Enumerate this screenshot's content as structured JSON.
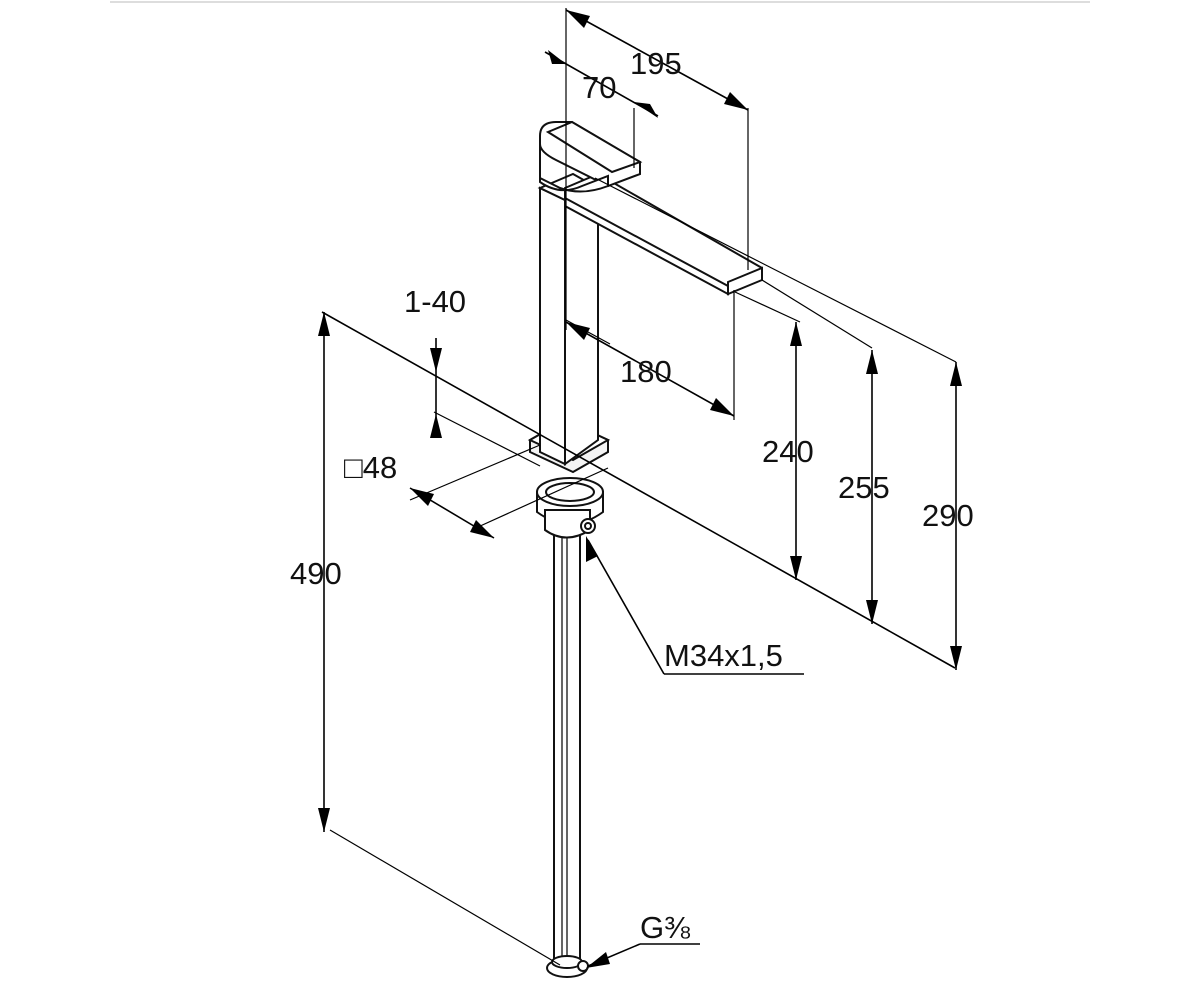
{
  "dimensions": {
    "reach_total": "195",
    "handle_length": "70",
    "spout_reach": "180",
    "mixer_adjust": "1-40",
    "base_square": "□48",
    "outlet_height": "240",
    "handle_height": "255",
    "overall_height": "290",
    "hose_length": "490",
    "thread_mount": "M34x1,5",
    "thread_connection": "G⅜"
  },
  "colors": {
    "line": "#000000",
    "body_fill": "#ffffff",
    "text": "#111111"
  }
}
